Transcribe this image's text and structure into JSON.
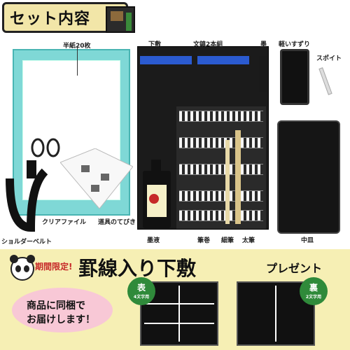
{
  "header": {
    "title": "セット内容"
  },
  "items": {
    "paper": "半紙20枚",
    "felt": "下敷",
    "weights": "文鎮2本組",
    "ink_stick": "墨",
    "inkstone": "軽いすずり",
    "dropper": "スポイト",
    "shoulder_belt": "ショルダーベルト",
    "clear_file": "クリアファイル",
    "guide": "道具のてびき",
    "liquid_ink": "墨液",
    "brush_roll": "筆巻",
    "thin_brush": "細筆",
    "thick_brush": "太筆",
    "case": "中皿"
  },
  "banner": {
    "badge": "期間限定!",
    "title": "罫線入り下敷",
    "present": "プレゼント",
    "note_line1": "商品に同梱で",
    "note_line2": "お届けします！",
    "front_label": "表",
    "front_sub": "4文字用",
    "back_label": "裏",
    "back_sub": "2文字用"
  },
  "colors": {
    "header_bg": "#f2e6a8",
    "paper_pad": "#7fd8d6",
    "felt_blue": "#2b5bd0",
    "banner_bg": "#f6efb4",
    "badge_green": "#2f8a3a",
    "title_red": "#c62828"
  },
  "icons": [
    "panda-icon",
    "ink-box-icon",
    "carabiner-icon"
  ]
}
